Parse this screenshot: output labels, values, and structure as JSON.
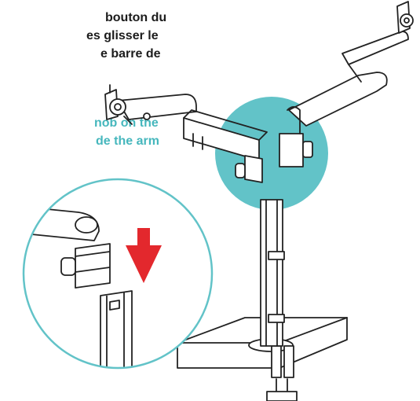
{
  "instructions": {
    "french_lines": [
      "bouton du",
      "es glisser le",
      "e barre de"
    ],
    "english_lines": [
      "nob on the",
      "de the arm"
    ]
  },
  "colors": {
    "teal_accent": "#62c3c8",
    "teal_text": "#46b7bd",
    "arrow_red": "#e3282d",
    "line": "#222222"
  },
  "icons": {
    "arrow": "down-arrow-icon"
  }
}
